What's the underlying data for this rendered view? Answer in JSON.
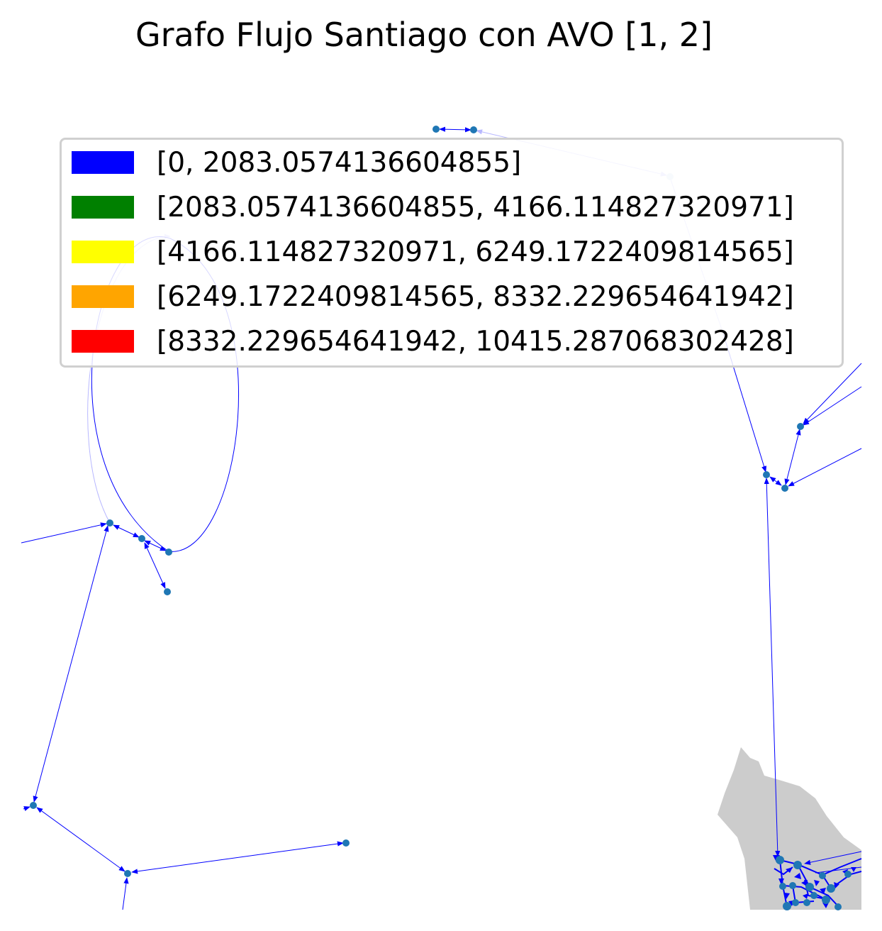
{
  "title": "Grafo Flujo Santiago con AVO [1, 2]",
  "colors": {
    "edge": "#0000ff",
    "edge_faded": "#b8b8ff",
    "node": "#1f77b4",
    "node_faded": "#c6dbef",
    "region": "#cccccc"
  },
  "legend": [
    {
      "label": "[0, 2083.0574136604855]",
      "color": "#0000ff"
    },
    {
      "label": "[2083.0574136604855, 4166.114827320971]",
      "color": "#008000"
    },
    {
      "label": "[4166.114827320971, 6249.1722409814565]",
      "color": "#ffff00"
    },
    {
      "label": "[6249.1722409814565, 8332.229654641942]",
      "color": "#ffa500"
    },
    {
      "label": "[8332.229654641942, 10415.287068302428]",
      "color": "#ff0000"
    }
  ]
}
